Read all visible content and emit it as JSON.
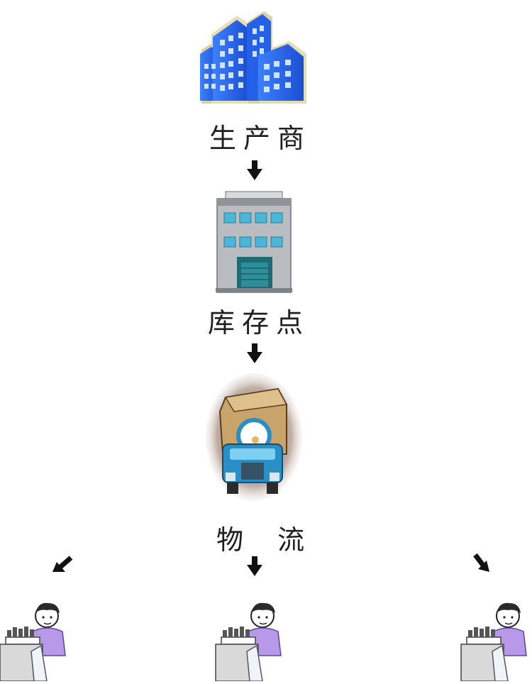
{
  "nodes": [
    {
      "id": "producer",
      "label": "生产商",
      "icon": "office-buildings-icon"
    },
    {
      "id": "warehouse",
      "label": "库存点",
      "icon": "warehouse-building-icon"
    },
    {
      "id": "logistics",
      "label": "物 流",
      "icon": "delivery-truck-icon"
    }
  ],
  "retailers": [
    {
      "icon": "retailer-person-at-counter-icon"
    },
    {
      "icon": "retailer-person-at-counter-icon"
    },
    {
      "icon": "retailer-person-at-counter-icon"
    }
  ],
  "colors": {
    "building_blue": "#2a6df0",
    "building_dark": "#1846b8",
    "warehouse_gray": "#b9bcc0",
    "warehouse_window": "#4ab7d8",
    "warehouse_dark": "#1f6a73",
    "truck_body": "#c8a46a",
    "truck_cab": "#2a8fc7",
    "person_shirt": "#b898e8",
    "arrow": "#111111"
  }
}
